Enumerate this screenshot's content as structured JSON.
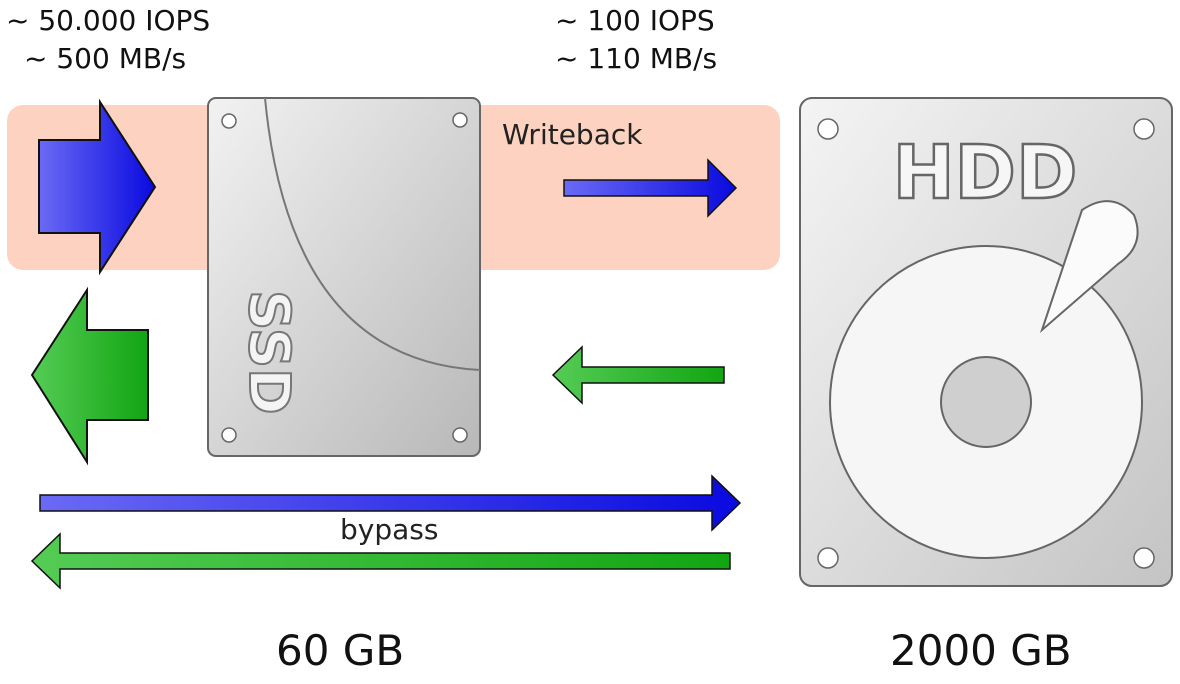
{
  "ssd": {
    "iops": "~ 50.000 IOPS",
    "throughput": "~ 500 MB/s",
    "label": "SSD",
    "capacity": "60 GB"
  },
  "hdd": {
    "iops": "~ 100 IOPS",
    "throughput": "~ 110 MB/s",
    "label": "HDD",
    "capacity": "2000 GB"
  },
  "labels": {
    "writeback": "Writeback",
    "bypass": "bypass"
  },
  "colors": {
    "write_arrow": "#1a1aee",
    "read_arrow": "#22aa22",
    "writeback_band": "#fdd2c0",
    "drive_body": "#d8d8d8"
  }
}
